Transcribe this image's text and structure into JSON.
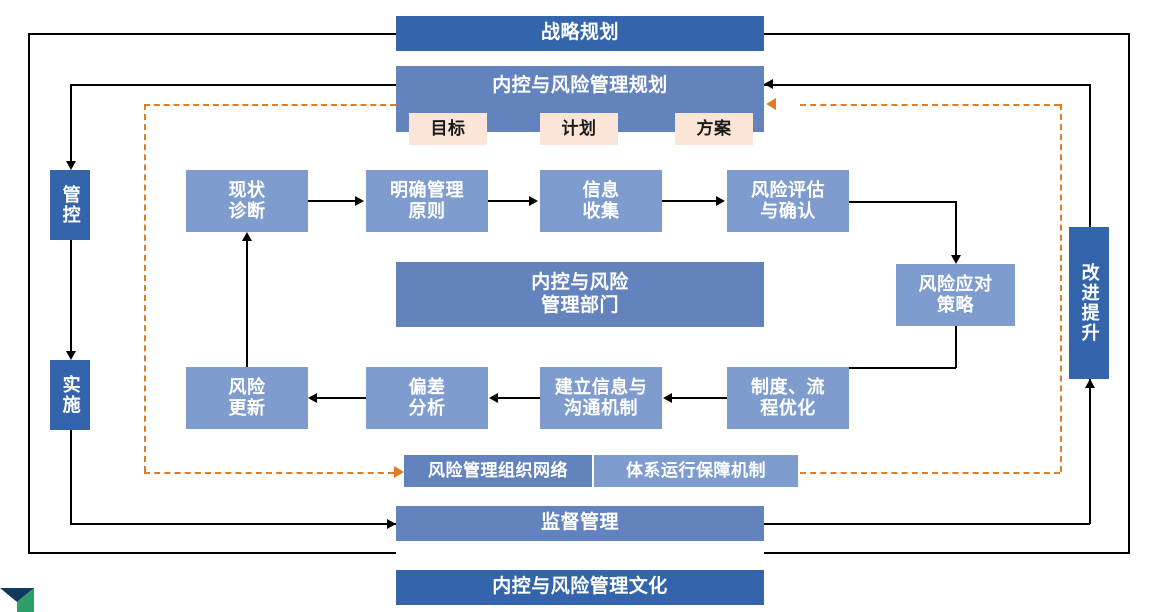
{
  "diagram": {
    "title_bars": {
      "strategy": "战略规划",
      "plan_header": "内控与风险管理规划",
      "supervision": "监督管理",
      "culture": "内控与风险管理文化"
    },
    "plan_tags": [
      {
        "label": "目标"
      },
      {
        "label": "计划"
      },
      {
        "label": "方案"
      }
    ],
    "left_rail": [
      {
        "label": "管控"
      },
      {
        "label": "实施"
      }
    ],
    "right_rail": [
      {
        "label": "改进提升"
      }
    ],
    "row_top": [
      {
        "line1": "现状",
        "line2": "诊断"
      },
      {
        "line1": "明确管理",
        "line2": "原则"
      },
      {
        "line1": "信息",
        "line2": "收集"
      },
      {
        "line1": "风险评估",
        "line2": "与确认"
      }
    ],
    "right_node": {
      "line1": "风险应对",
      "line2": "策略"
    },
    "center_block": {
      "line1": "内控与风险",
      "line2": "管理部门"
    },
    "row_bottom": [
      {
        "line1": "风险",
        "line2": "更新"
      },
      {
        "line1": "偏差",
        "line2": "分析"
      },
      {
        "line1": "建立信息与",
        "line2": "沟通机制"
      },
      {
        "line1": "制度、流",
        "line2": "程优化"
      }
    ],
    "support_bar": [
      {
        "label": "风险管理组织网络"
      },
      {
        "label": "体系运行保障机制"
      }
    ],
    "colors": {
      "navy": "#3465AC",
      "mid": "#6383BE",
      "light": "#7E9CCE",
      "peach": "#FBE5D6",
      "dashed_orange": "#E07B27",
      "line_black": "#000000"
    }
  }
}
